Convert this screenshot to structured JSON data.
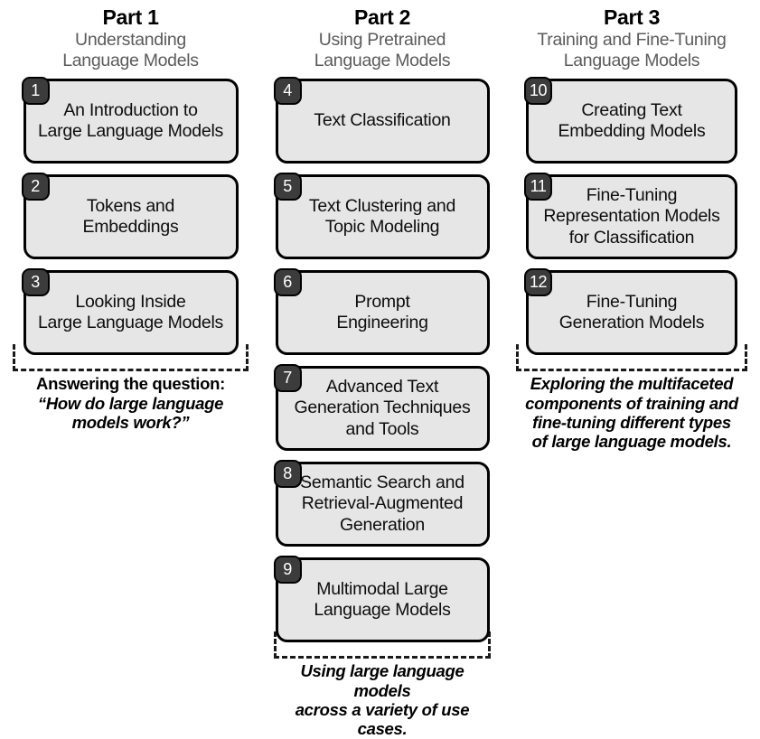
{
  "diagram": {
    "title": "Hands-On Large Language Models book structure",
    "box_fill_color": "#e6e6e6",
    "box_border_color": "#000000",
    "badge_color": "#3c3c3c",
    "subtitle_color": "#5b5b5b"
  },
  "columns": [
    {
      "part_title": "Part 1",
      "part_subtitle": "Understanding\nLanguage Models",
      "chapters": [
        {
          "number": "1",
          "label": "An Introduction to\nLarge Language Models"
        },
        {
          "number": "2",
          "label": "Tokens and\nEmbeddings"
        },
        {
          "number": "3",
          "label": "Looking Inside\nLarge Language Models"
        }
      ],
      "footer_plain": "Answering the question:",
      "footer_italic": "“How do large language\nmodels work?”"
    },
    {
      "part_title": "Part 2",
      "part_subtitle": "Using Pretrained\nLanguage Models",
      "chapters": [
        {
          "number": "4",
          "label": "Text Classification"
        },
        {
          "number": "5",
          "label": "Text Clustering and\nTopic Modeling"
        },
        {
          "number": "6",
          "label": "Prompt\nEngineering"
        },
        {
          "number": "7",
          "label": "Advanced Text\nGeneration Techniques\nand Tools"
        },
        {
          "number": "8",
          "label": "Semantic Search and\nRetrieval-Augmented\nGeneration"
        },
        {
          "number": "9",
          "label": "Multimodal Large\nLanguage Models"
        }
      ],
      "footer_plain": "",
      "footer_italic": "Using large language models\nacross a variety of use cases."
    },
    {
      "part_title": "Part 3",
      "part_subtitle": "Training and Fine-Tuning\nLanguage Models",
      "chapters": [
        {
          "number": "10",
          "label": "Creating Text\nEmbedding Models"
        },
        {
          "number": "11",
          "label": "Fine-Tuning\nRepresentation Models\nfor Classification"
        },
        {
          "number": "12",
          "label": "Fine-Tuning\nGeneration Models"
        }
      ],
      "footer_plain": "",
      "footer_italic": "Exploring the multifaceted\ncomponents of training and\nfine-tuning different types\nof large language models."
    }
  ]
}
